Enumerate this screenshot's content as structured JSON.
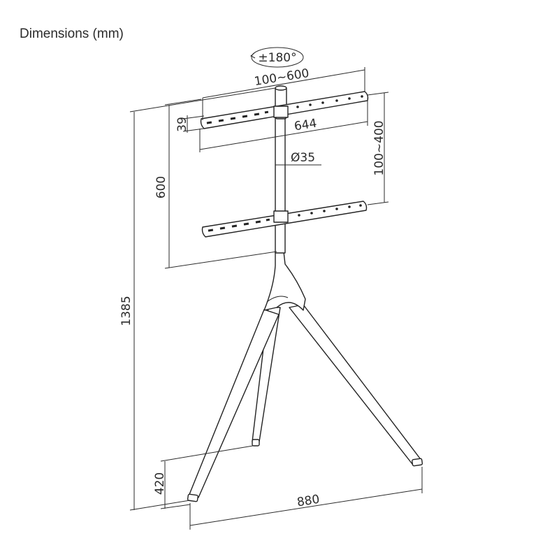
{
  "title": "Dimensions (mm)",
  "labels": {
    "rotation": "±180°",
    "bracket_width_range": "100~600",
    "bracket_height": "39",
    "bracket_length": "644",
    "pole_diameter": "Ø35",
    "vertical_range": "100~400",
    "bracket_drop": "600",
    "total_height": "1385",
    "leg_offset": "420",
    "base_width": "880"
  },
  "colors": {
    "line": "#2a2a2a",
    "background": "#ffffff"
  }
}
